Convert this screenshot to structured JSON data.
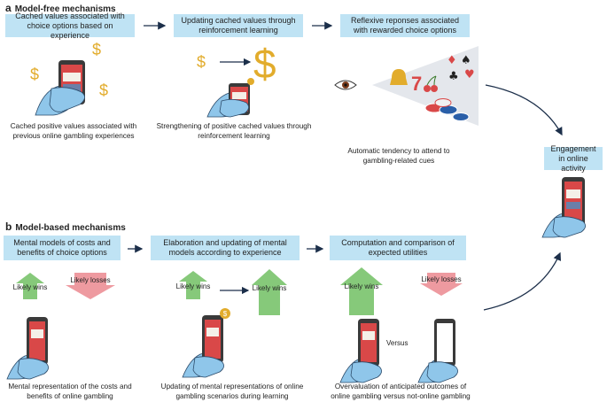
{
  "section_a": {
    "letter": "a",
    "title": "Model-free mechanisms",
    "boxes": [
      "Cached values associated with choice options based on experience",
      "Updating cached values through reinforcement learning",
      "Reflexive reponses associated with rewarded choice options"
    ],
    "captions": [
      "Cached positive values associated with previous online gambling experiences",
      "Strengthening of positive cached values through reinforcement learning",
      "Automatic tendency to attend to gambling-related cues"
    ]
  },
  "section_b": {
    "letter": "b",
    "title": "Model-based mechanisms",
    "boxes": [
      "Mental models of costs and benefits of choice options",
      "Elaboration and updating of mental models according to experience",
      "Computation and comparison of expected utilities"
    ],
    "captions": [
      "Mental representation of the costs and benefits of online gambling",
      "Updating of mental representations of online gambling scenarios during learning",
      "Overvaluation of anticipated outcomes of online gambling versus not-online gambling"
    ],
    "likely_wins": "Likely wins",
    "likely_losses": "Likely losses",
    "versus": "Versus"
  },
  "outcome": {
    "box": "Engagement in online activity"
  },
  "cue_symbols": {
    "seven": "7",
    "suits": [
      "♠",
      "♦",
      "♣",
      "♥"
    ],
    "dollar": "$"
  },
  "colors": {
    "box_bg": "#bfe3f4",
    "arrow": "#1c2f4a",
    "wins_green": "#86c97a",
    "losses_pink": "#ee9aa0",
    "hand": "#8fc6ea",
    "gold": "#e2ac2c"
  }
}
